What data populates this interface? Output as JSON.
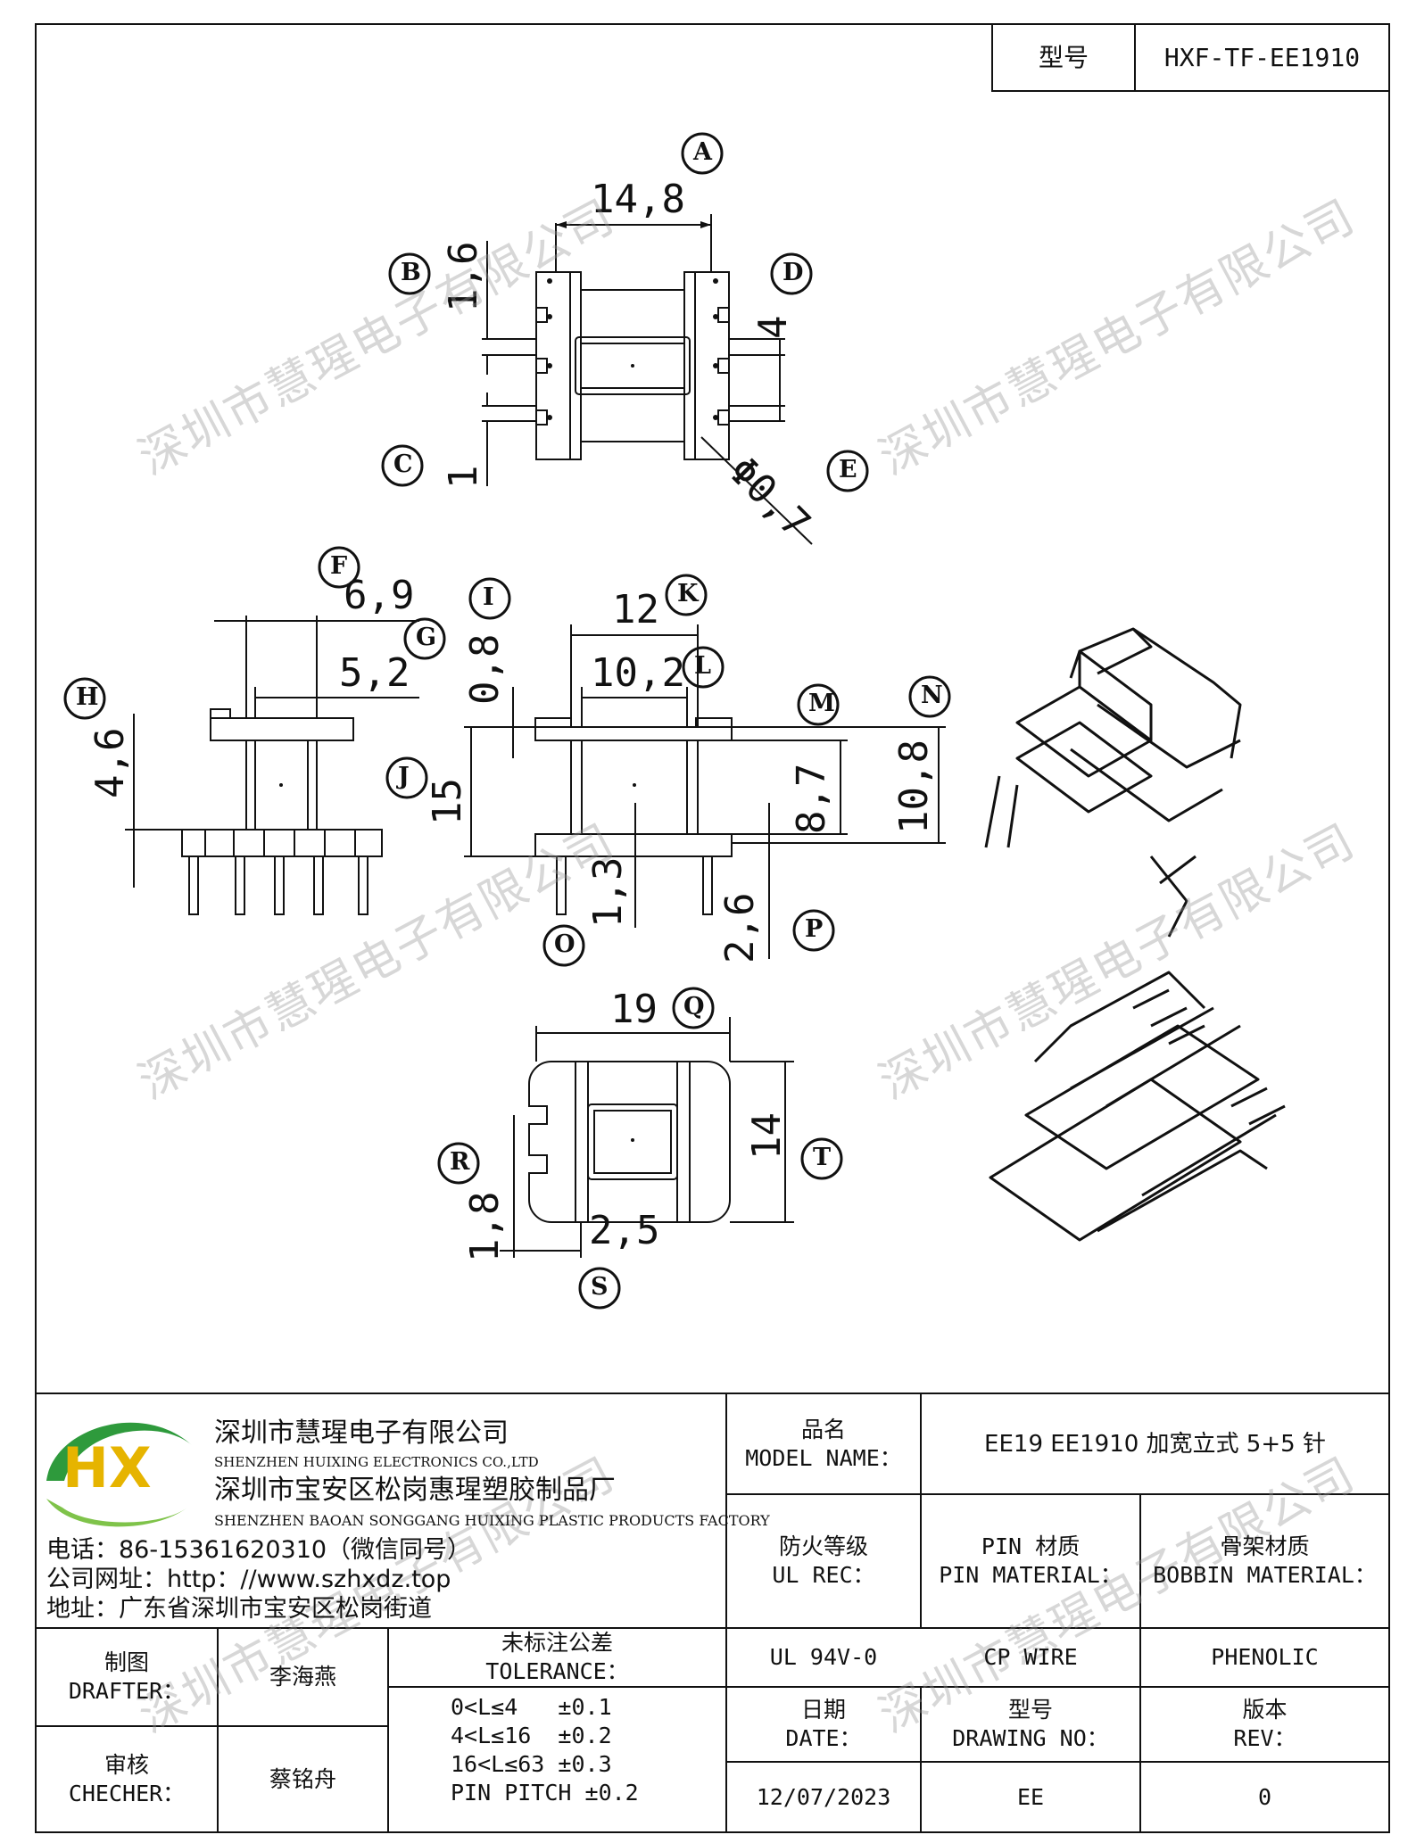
{
  "header": {
    "model_label": "型号",
    "model_value": "HXF-TF-EE1910"
  },
  "drawing": {
    "dimensions": {
      "top_width": "14,8",
      "top_slot": "1,6",
      "top_pitch": "4",
      "top_pin_size": "1",
      "pin_diameter": "Φ0,7",
      "side_width": "6,9",
      "side_inner": "5,2",
      "side_height": "4,6",
      "flange_thk": "0,8",
      "front_width": "12",
      "front_inner": "10,2",
      "front_height": "15",
      "window_height": "8,7",
      "total_height": "10,8",
      "base_thk": "1,3",
      "pin_offset": "2,6",
      "bottom_width": "19",
      "bottom_depth": "14",
      "slot_width": "1,8",
      "slot_depth": "2,5"
    },
    "labels": [
      "A",
      "B",
      "C",
      "D",
      "E",
      "F",
      "G",
      "H",
      "I",
      "J",
      "K",
      "L",
      "M",
      "N",
      "O",
      "P",
      "Q",
      "R",
      "S",
      "T"
    ]
  },
  "watermark": "深圳市慧瑆电子有限公司",
  "company": {
    "name_cn": "深圳市慧瑆电子有限公司",
    "name_en": "SHENZHEN HUIXING ELECTRONICS CO.,LTD",
    "factory_cn": "深圳市宝安区松岗惠瑆塑胶制品厂",
    "factory_en": "SHENZHEN BAOAN SONGGANG HUIXING PLASTIC PRODUCTS FACTORY",
    "phone": "电话：86-15361620310（微信同号）",
    "website": "公司网址：http：//www.szhxdz.top",
    "address": "地址：广东省深圳市宝安区松岗街道",
    "logo_letters": "HX"
  },
  "title_block": {
    "model_name_cn": "品名",
    "model_name_en": "MODEL NAME：",
    "model_name_value": "EE19 EE1910 加宽立式 5+5 针",
    "ul_rec_cn": "防火等级",
    "ul_rec_en": "UL REC：",
    "ul_rec_value": "UL 94V-0",
    "pin_material_cn": "PIN 材质",
    "pin_material_en": "PIN MATERIAL：",
    "pin_material_value": "CP WIRE",
    "bobbin_material_cn": "骨架材质",
    "bobbin_material_en": "BOBBIN MATERIAL：",
    "bobbin_material_value": "PHENOLIC",
    "drafter_cn": "制图",
    "drafter_en": "DRAFTER：",
    "drafter_value": "李海燕",
    "checker_cn": "审核",
    "checker_en": "CHECHER：",
    "checker_value": "蔡铭舟",
    "tolerance_cn": "未标注公差",
    "tolerance_en": "TOLERANCE：",
    "tolerances": [
      "0<L≤4   ±0.1",
      "4<L≤16  ±0.2",
      "16<L≤63 ±0.3",
      "PIN PITCH ±0.2"
    ],
    "date_cn": "日期",
    "date_en": "DATE：",
    "date_value": "12/07/2023",
    "drawing_no_cn": "型号",
    "drawing_no_en": "DRAWING NO：",
    "drawing_no_value": "EE",
    "rev_cn": "版本",
    "rev_en": "REV：",
    "rev_value": "0"
  }
}
